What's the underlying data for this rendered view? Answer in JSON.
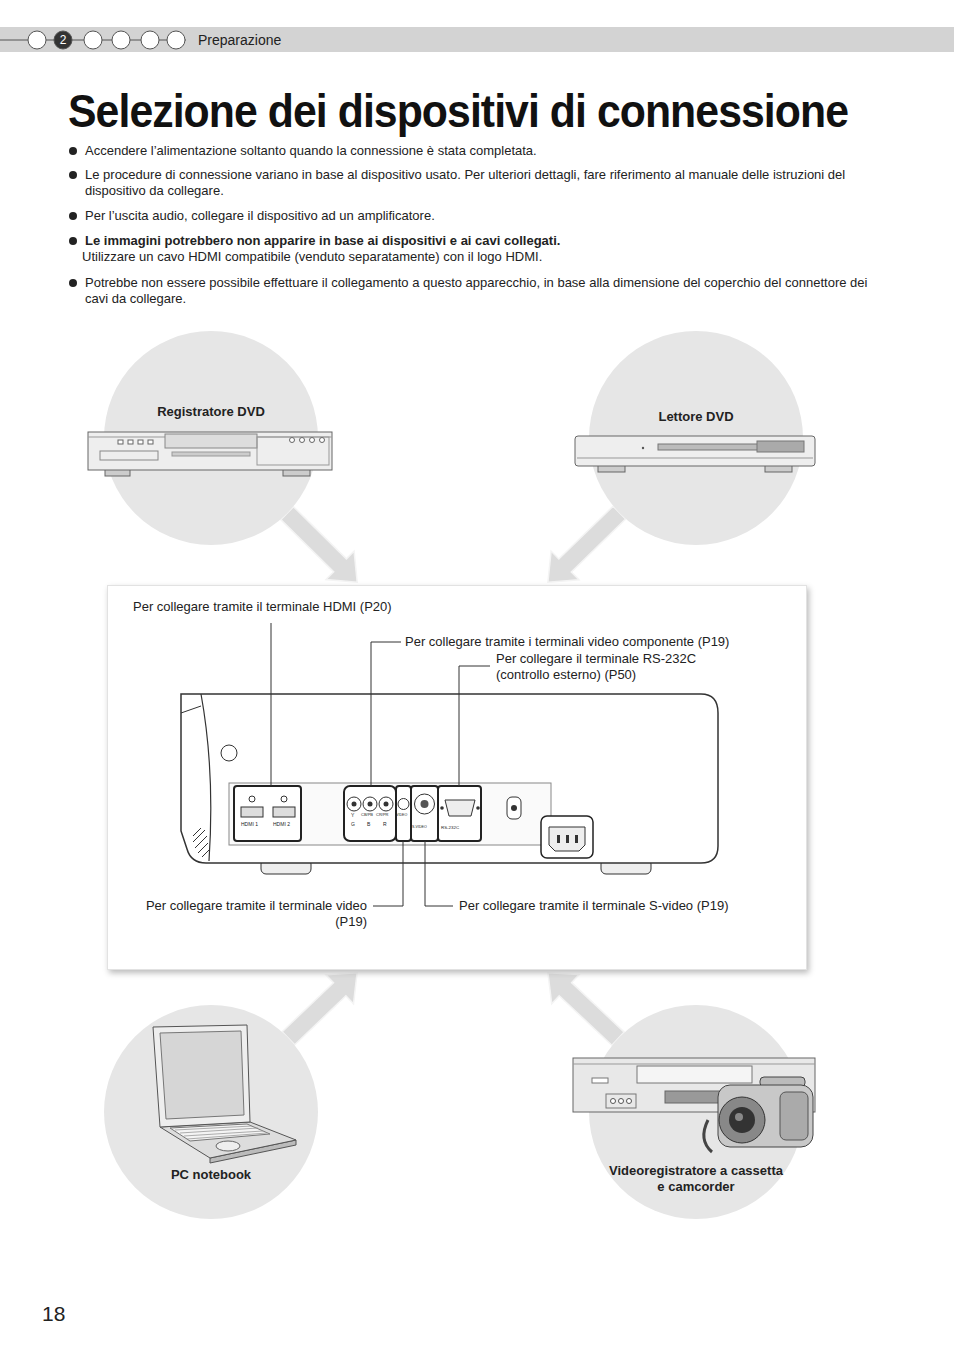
{
  "diagram": {
    "title": "Selezione dei dispositivi di connessione",
    "nodes": [
      {
        "text": [
          "Registratore DVD"
        ]
      },
      {
        "text": [
          "Lettore DVD"
        ]
      },
      {
        "text": [
          "Per collegare tramite il terminale HDMI (P20)",
          "Per collegare tramite i terminali video componente (P19)",
          "Per collegare il terminale RS-232C (controllo esterno) (P50)",
          "Per collegare tramite il terminale video (P19)",
          "Per collegare tramite il terminale S-video (P19)"
        ]
      },
      {
        "text": [
          "PC notebook"
        ]
      },
      {
        "text": [
          "Videoregistratore a cassetta e camcorder"
        ]
      }
    ],
    "edges": [
      {
        "from": 0,
        "to": 2,
        "arrow": "to"
      },
      {
        "from": 1,
        "to": 2,
        "arrow": "to"
      },
      {
        "from": 3,
        "to": 2,
        "arrow": "to"
      },
      {
        "from": 4,
        "to": 2,
        "arrow": "to"
      }
    ],
    "labels": [
      "2",
      "Preparazione",
      "Accendere l’alimentazione soltanto quando la connessione è stata completata.",
      "Le procedure di connessione variano in base al dispositivo usato. Per ulteriori dettagli, fare riferimento al manuale delle istruzioni del dispositivo da collegare.",
      "Per l’uscita audio, collegare il dispositivo ad un amplificatore.",
      "Le immagini potrebbero non apparire in base ai dispositivi e ai cavi collegati.",
      "Utilizzare un cavo HDMI compatibile (venduto separatamente) con il logo HDMI.",
      "Potrebbe non essere possibile effettuare il collegamento a questo apparecchio, in base alla dimensione del coperchio del connettore dei cavi da collegare.",
      "HDMI 1",
      "HDMI 2",
      "Y",
      "CB/PB",
      "CR/PR",
      "G",
      "B",
      "R",
      "VIDEO",
      "S-VIDEO",
      "RS-232C",
      "18"
    ]
  }
}
